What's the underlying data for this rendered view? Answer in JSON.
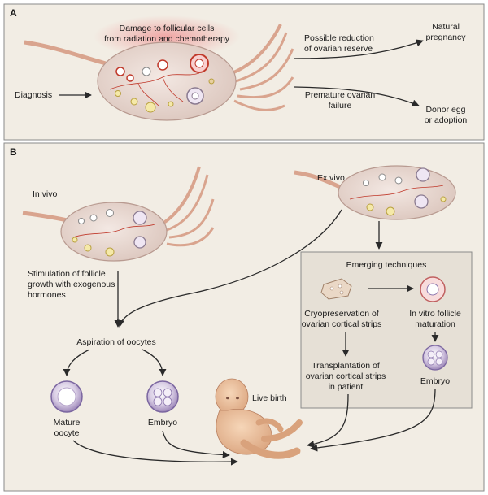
{
  "panel_a": {
    "letter": "A",
    "damage_line1": "Damage to follicular cells",
    "damage_line2": "from radiation and chemotherapy",
    "diagnosis": "Diagnosis",
    "reduction_line1": "Possible reduction",
    "reduction_line2": "of ovarian reserve",
    "failure_line1": "Premature ovarian",
    "failure_line2": "failure",
    "natural_line1": "Natural",
    "natural_line2": "pregnancy",
    "donor_line1": "Donor egg",
    "donor_line2": "or adoption"
  },
  "panel_b": {
    "letter": "B",
    "in_vivo": "In vivo",
    "ex_vivo": "Ex vivo",
    "stimulation_line1": "Stimulation of follicle",
    "stimulation_line2": "growth with exogenous",
    "stimulation_line3": "hormones",
    "aspiration": "Aspiration of oocytes",
    "mature_line1": "Mature",
    "mature_line2": "oocyte",
    "embryo_left": "Embryo",
    "live_birth": "Live birth",
    "emerging": "Emerging techniques",
    "cryo_line1": "Cryopreservation of",
    "cryo_line2": "ovarian cortical strips",
    "invitro_line1": "In vitro follicle",
    "invitro_line2": "maturation",
    "transplant_line1": "Transplantation of",
    "transplant_line2": "ovarian cortical strips",
    "transplant_line3": "in patient",
    "embryo_right": "Embryo"
  },
  "colors": {
    "panel_bg": "#f2ede4",
    "panel_border": "#8a8a8a",
    "box_bg": "#e6e0d6",
    "ovary": "#eadcd5",
    "ovary_edge": "#b89a90",
    "tube": "#d9a48e",
    "arrow": "#2a2a2a",
    "damage_glow": "#ef9a9a",
    "oocyte": "#c8b4d8"
  }
}
